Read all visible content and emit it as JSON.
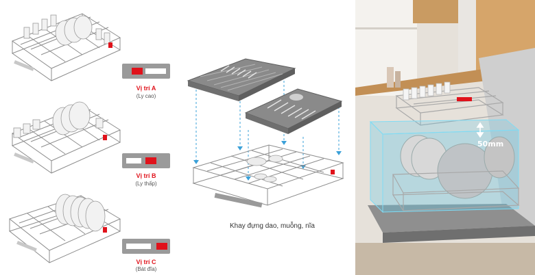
{
  "positions": [
    {
      "title": "Vị trí A",
      "subtitle": "(Ly cao)",
      "fill_fraction": 0.2
    },
    {
      "title": "Vị trí B",
      "subtitle": "(Ly thấp)",
      "fill_fraction": 0.55
    },
    {
      "title": "Vị trí C",
      "subtitle": "(Bát đĩa)",
      "fill_fraction": 0.8
    }
  ],
  "cutlery": {
    "caption": "Khay đựng dao, muỗng, nĩa"
  },
  "clearance": {
    "label": "50mm"
  },
  "colors": {
    "accent_red": "#e0121b",
    "rack_gray": "#8c8c8c",
    "tray_gray": "#7a7a7a",
    "glass_blue": "#5fc7e6",
    "wood": "#c99b62"
  }
}
